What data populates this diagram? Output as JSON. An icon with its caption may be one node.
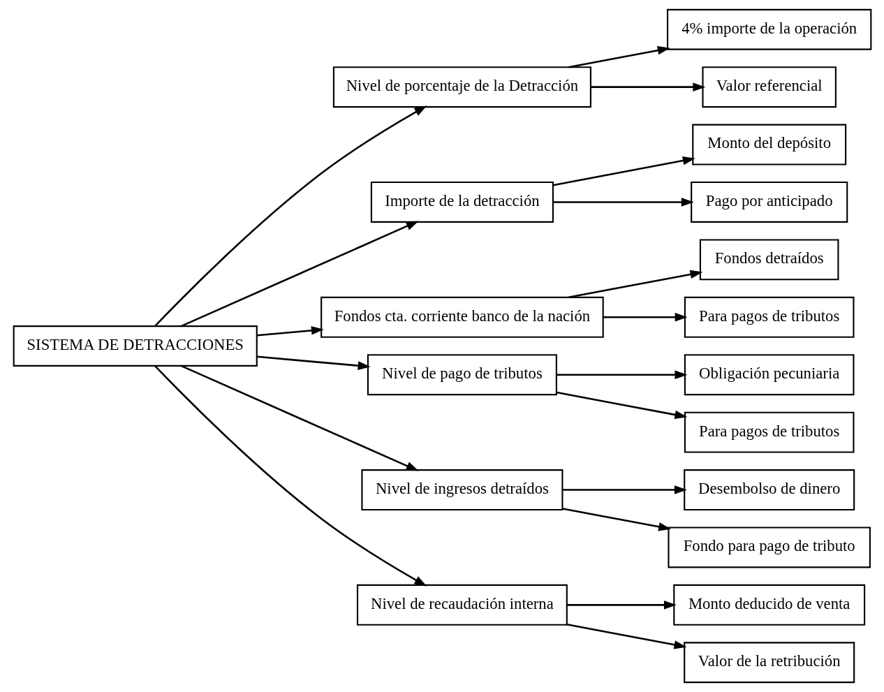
{
  "diagram": {
    "nodes": [
      {
        "text": [
          "SISTEMA DE DETRACCIONES"
        ]
      },
      {
        "text": [
          "Nivel de porcentaje de la Detracción"
        ]
      },
      {
        "text": [
          "4% importe de la operación"
        ]
      },
      {
        "text": [
          "Valor referencial"
        ]
      },
      {
        "text": [
          "Importe de la detracción"
        ]
      },
      {
        "text": [
          "Monto del depósito"
        ]
      },
      {
        "text": [
          "Pago por anticipado"
        ]
      },
      {
        "text": [
          "Fondos cta. corriente banco de la nación"
        ]
      },
      {
        "text": [
          "Fondos detraídos"
        ]
      },
      {
        "text": [
          "Para pagos de tributos"
        ]
      },
      {
        "text": [
          "Nivel de pago de tributos"
        ]
      },
      {
        "text": [
          "Obligación pecuniaria"
        ]
      },
      {
        "text": [
          "Para pagos de tributos"
        ]
      },
      {
        "text": [
          "Nivel de ingresos detraídos"
        ]
      },
      {
        "text": [
          "Desembolso de dinero"
        ]
      },
      {
        "text": [
          "Fondo para pago de tributo"
        ]
      },
      {
        "text": [
          "Nivel de recaudación interna"
        ]
      },
      {
        "text": [
          "Monto deducido de venta"
        ]
      },
      {
        "text": [
          "Valor de la retribución"
        ]
      }
    ],
    "edges": [
      {
        "from": 0,
        "to": 1,
        "arrow": "to"
      },
      {
        "from": 0,
        "to": 4,
        "arrow": "to"
      },
      {
        "from": 0,
        "to": 7,
        "arrow": "to"
      },
      {
        "from": 0,
        "to": 10,
        "arrow": "to"
      },
      {
        "from": 0,
        "to": 13,
        "arrow": "to"
      },
      {
        "from": 0,
        "to": 16,
        "arrow": "to"
      },
      {
        "from": 1,
        "to": 2,
        "arrow": "to"
      },
      {
        "from": 1,
        "to": 3,
        "arrow": "to"
      },
      {
        "from": 4,
        "to": 5,
        "arrow": "to"
      },
      {
        "from": 4,
        "to": 6,
        "arrow": "to"
      },
      {
        "from": 7,
        "to": 8,
        "arrow": "to"
      },
      {
        "from": 7,
        "to": 9,
        "arrow": "to"
      },
      {
        "from": 10,
        "to": 12,
        "arrow": "to"
      },
      {
        "from": 10,
        "to": 11,
        "arrow": "to"
      },
      {
        "from": 13,
        "to": 14,
        "arrow": "to"
      },
      {
        "from": 13,
        "to": 15,
        "arrow": "to"
      },
      {
        "from": 16,
        "to": 17,
        "arrow": "to"
      },
      {
        "from": 16,
        "to": 18,
        "arrow": "to"
      }
    ]
  }
}
